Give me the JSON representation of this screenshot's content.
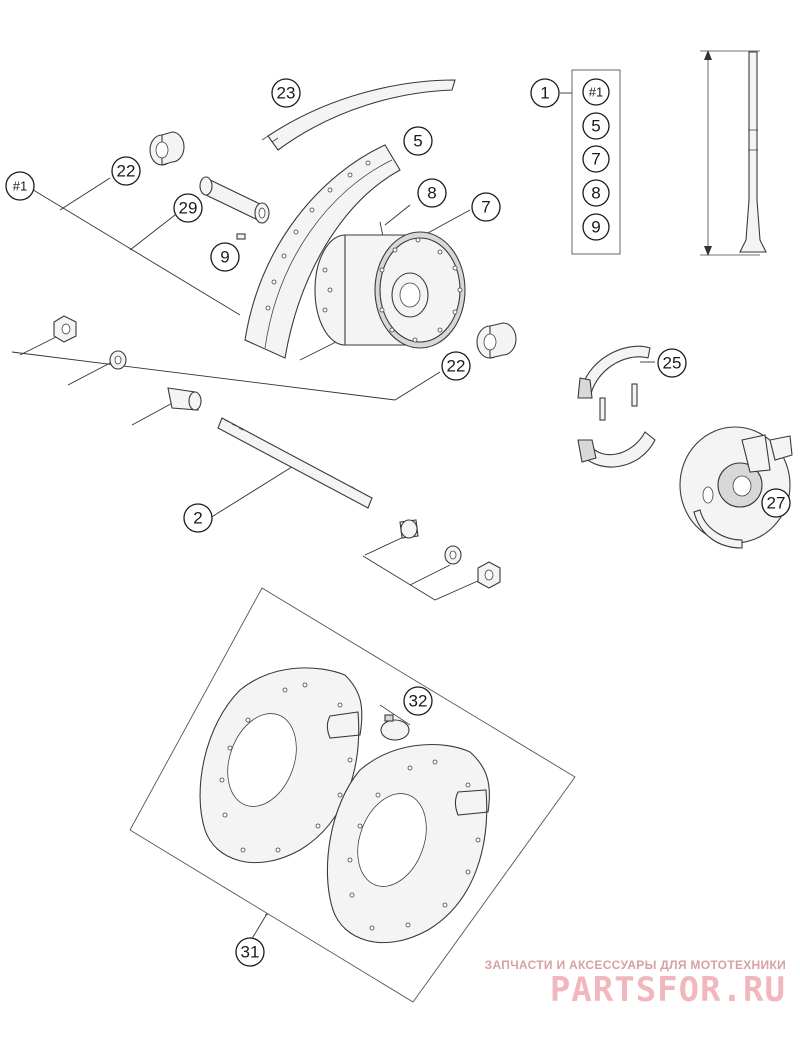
{
  "callouts": {
    "c23": "23",
    "c22a": "22",
    "c29": "29",
    "c9a": "9",
    "c5": "5",
    "c8": "8",
    "c7": "7",
    "c1a": "#1",
    "c22b": "22",
    "c2": "2",
    "c1": "1",
    "c25": "25",
    "c27": "27",
    "c31": "31",
    "c32": "32"
  },
  "kit_list": [
    "#1",
    "5",
    "7",
    "8",
    "9"
  ],
  "watermark": {
    "caption": "ЗАПЧАСТИ И АКСЕССУАРЫ ДЛЯ МОТОТЕХНИКИ",
    "logo": "PARTSFOR.RU"
  }
}
